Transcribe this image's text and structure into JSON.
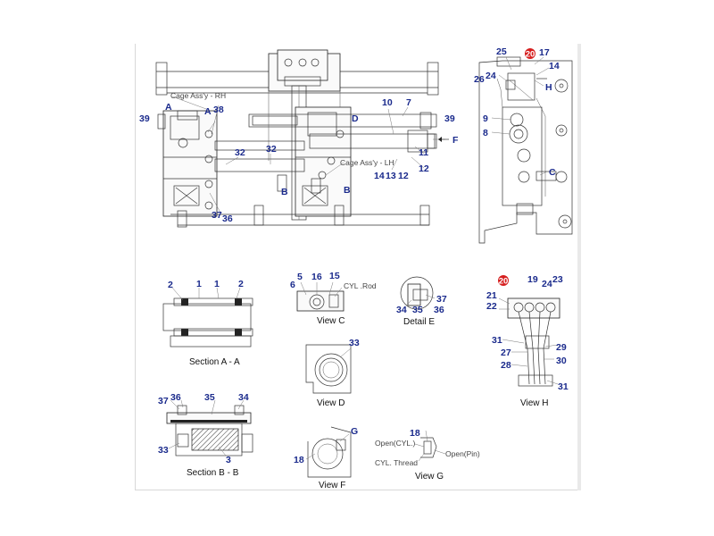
{
  "numbers": {
    "n2a": "2",
    "n1a": "1",
    "n1b": "1",
    "n2b": "2",
    "n39a": "39",
    "nAa": "A",
    "nAb": "A",
    "n38": "38",
    "n10": "10",
    "n7": "7",
    "nD": "D",
    "n39b": "39",
    "nF": "F",
    "n32a": "32",
    "n32b": "32",
    "n11": "11",
    "n12a": "12",
    "n14a": "14",
    "n13": "13",
    "n12b": "12",
    "nBa": "B",
    "nBb": "B",
    "n37a": "37",
    "n36a": "36",
    "n25": "25",
    "n20a": "20",
    "n17": "17",
    "n24a": "24",
    "n26": "26",
    "n14b": "14",
    "nH": "H",
    "n9": "9",
    "n8": "8",
    "nC": "C",
    "n5": "5",
    "n6": "6",
    "n16": "16",
    "n15": "15",
    "n37b": "37",
    "n34a": "34",
    "n35a": "35",
    "n36b": "36",
    "n20b": "20",
    "n19": "19",
    "n23": "23",
    "n24b": "24",
    "n21": "21",
    "n22": "22",
    "n31a": "31",
    "n29": "29",
    "n27": "27",
    "n30": "30",
    "n28": "28",
    "n31b": "31",
    "n33a": "33",
    "n37c": "37",
    "n36c": "36",
    "n35b": "35",
    "n34b": "34",
    "n33b": "33",
    "n3": "3",
    "nG": "G",
    "n18a": "18",
    "n18b": "18"
  },
  "labels": {
    "cage_rh": "Cage Ass'y - RH",
    "cage_lh": "Cage Ass'y - LH",
    "cyl_rod": "CYL .Rod",
    "open_cyl": "Open(CYL.)",
    "open_pin": "Open(Pin)",
    "cyl_thread": "CYL. Thread"
  },
  "captions": {
    "section_aa": "Section  A - A",
    "view_c": "View  C",
    "detail_e": "Detail  E",
    "view_h": "View  H",
    "view_d": "View  D",
    "section_bb": "Section  B - B",
    "view_f": "View  F",
    "view_g": "View  G"
  },
  "colors": {
    "callout": "#1a2a8c",
    "highlight": "#d61f1f",
    "line": "#333333"
  }
}
